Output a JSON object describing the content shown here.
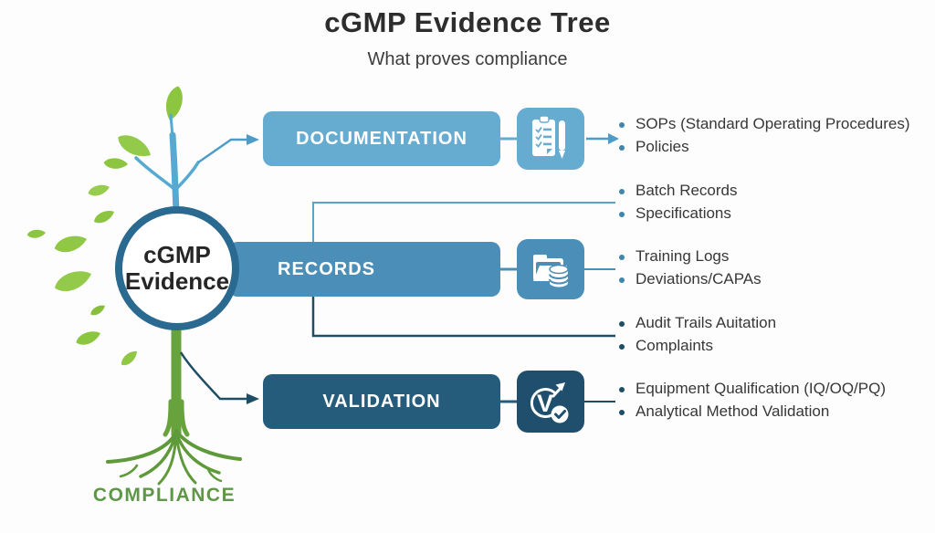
{
  "title": "cGMP Evidence Tree",
  "subtitle": "What proves compliance",
  "tree": {
    "node_label_line1": "cGMP",
    "node_label_line2": "Evidence",
    "root_label": "COMPLIANCE"
  },
  "branches": [
    {
      "label": "DOCUMENTATION",
      "icon": "clipboard-checklist-icon",
      "groups": [
        [
          "SOPs (Standard Operating Procedures)",
          "Policies"
        ]
      ]
    },
    {
      "label": "RECORDS",
      "icon": "folder-database-icon",
      "groups": [
        [
          "Batch Records",
          "Specifications"
        ],
        [
          "Training Logs",
          "Deviations/CAPAs"
        ],
        [
          "Audit Trails Auitation",
          "Complaints"
        ]
      ]
    },
    {
      "label": "VALIDATION",
      "icon": "validation-cycle-check-icon",
      "validation_icon_letter": "V",
      "groups": [
        [
          "Equipment Qualification (IQ/OQ/PQ)",
          "Analytical Method Validation"
        ]
      ]
    }
  ],
  "colors": {
    "documentation_box": "#66abd0",
    "records_box": "#4b8fb8",
    "validation_box": "#265c7b",
    "validation_tile": "#1f4f6d",
    "circle_border": "#2a6990",
    "branch_blue": "#56aad2",
    "leaf_green": "#8cc540",
    "root_green": "#5f9a3a",
    "compliance_text": "#5f9749",
    "light_connector": "#5ba3c4",
    "dark_connector": "#1d4e66",
    "bullet_text": "#373737"
  }
}
